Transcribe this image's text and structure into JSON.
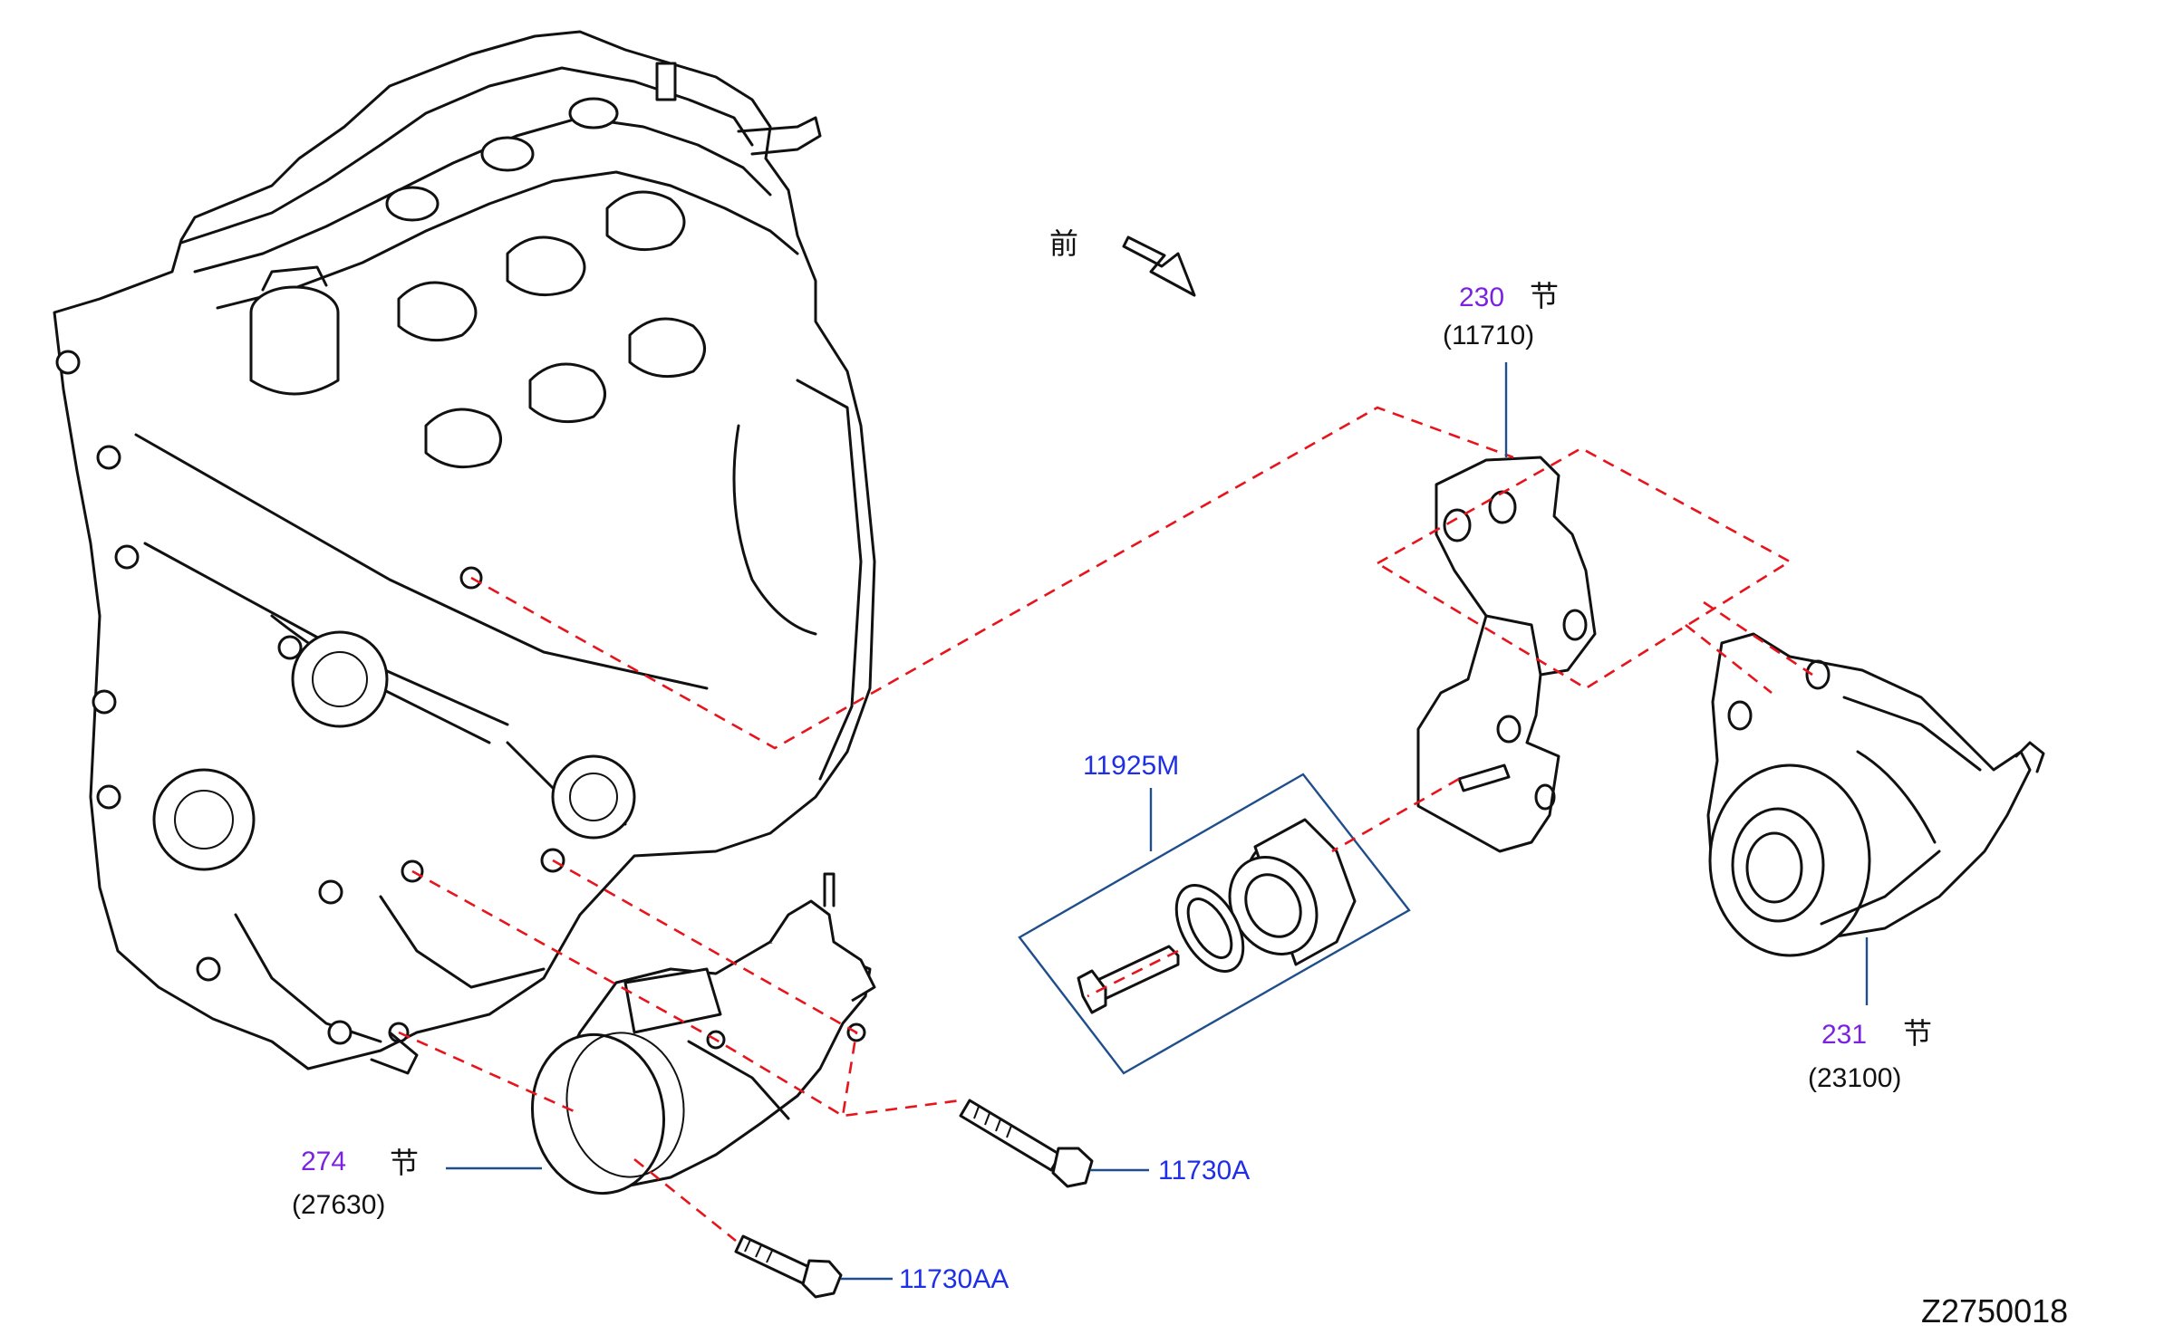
{
  "diagram_id": "Z2750018",
  "front_marker": {
    "text": "前"
  },
  "callouts": {
    "bracket": {
      "ref": "230",
      "suffix": "节",
      "part_no": "(11710)"
    },
    "alternator": {
      "ref": "231",
      "suffix": "节",
      "part_no": "(23100)"
    },
    "compressor": {
      "ref": "274",
      "suffix": "节",
      "part_no": "(27630)"
    },
    "idler_kit": {
      "part_no": "11925M"
    },
    "bolt_a": {
      "part_no": "11730A"
    },
    "bolt_aa": {
      "part_no": "11730AA"
    }
  },
  "colors": {
    "ref_number": "#7b22e0",
    "part_link": "#1f2fe6",
    "dashed_line": "#e8141c",
    "leader": "#1f4e8c"
  }
}
